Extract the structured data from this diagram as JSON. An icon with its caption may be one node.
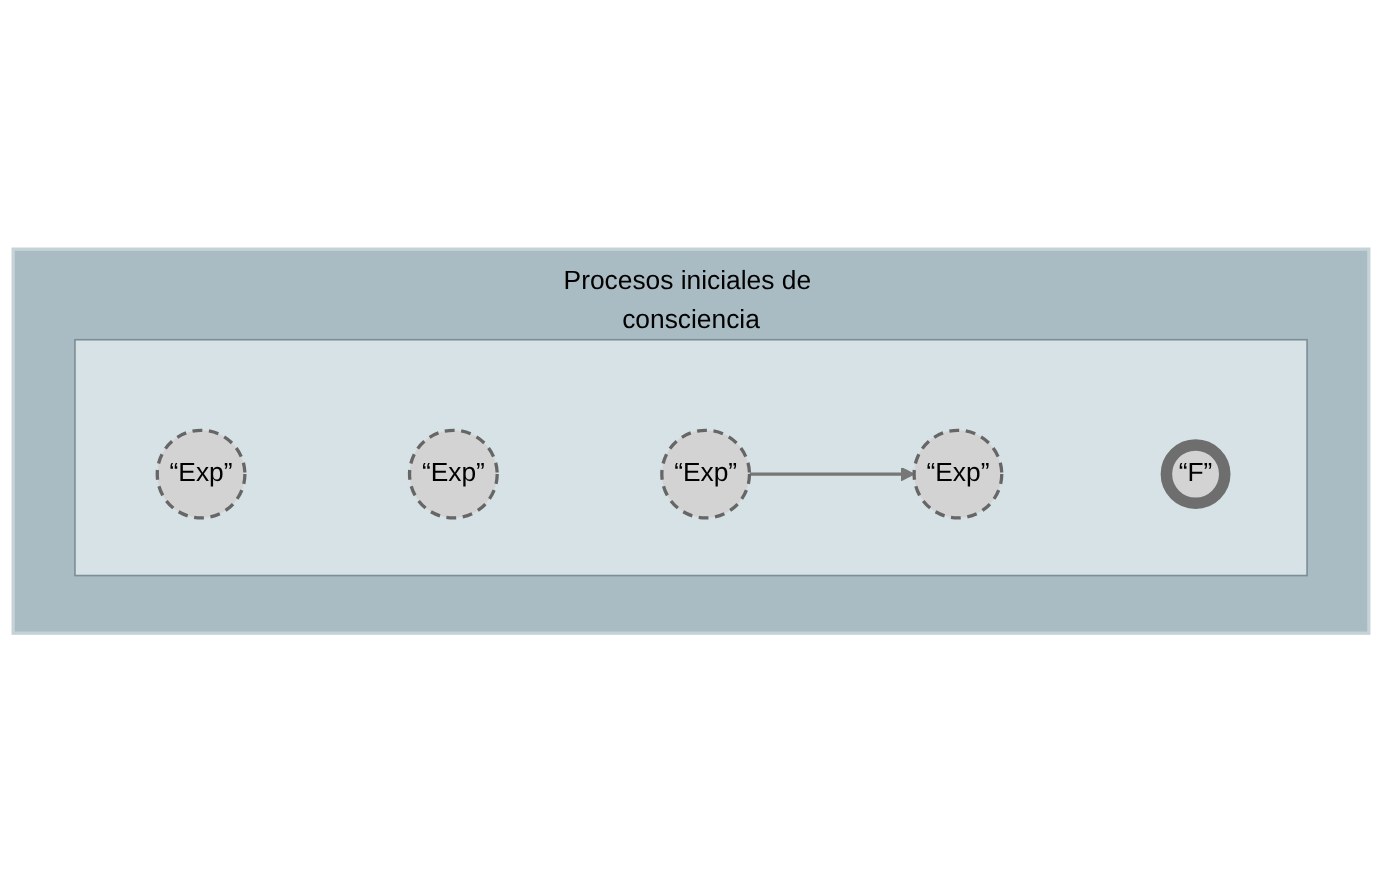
{
  "diagram": {
    "nodes": [
      {
        "text": [
          "Procesos iniciales de consciencia"
        ]
      },
      {
        "text": [],
        "shape": "box",
        "in": 0
      },
      {
        "text": [
          "“Exp”"
        ],
        "in": 1
      },
      {
        "text": [
          "“Exp”"
        ],
        "in": 1
      },
      {
        "text": [
          "“Exp”"
        ],
        "in": 1
      },
      {
        "text": [
          "“Exp”"
        ],
        "in": 1
      },
      {
        "text": [
          "“F”"
        ],
        "in": 1
      }
    ],
    "edges": [
      {
        "from": 4,
        "to": 5,
        "arrow": "to"
      }
    ]
  }
}
